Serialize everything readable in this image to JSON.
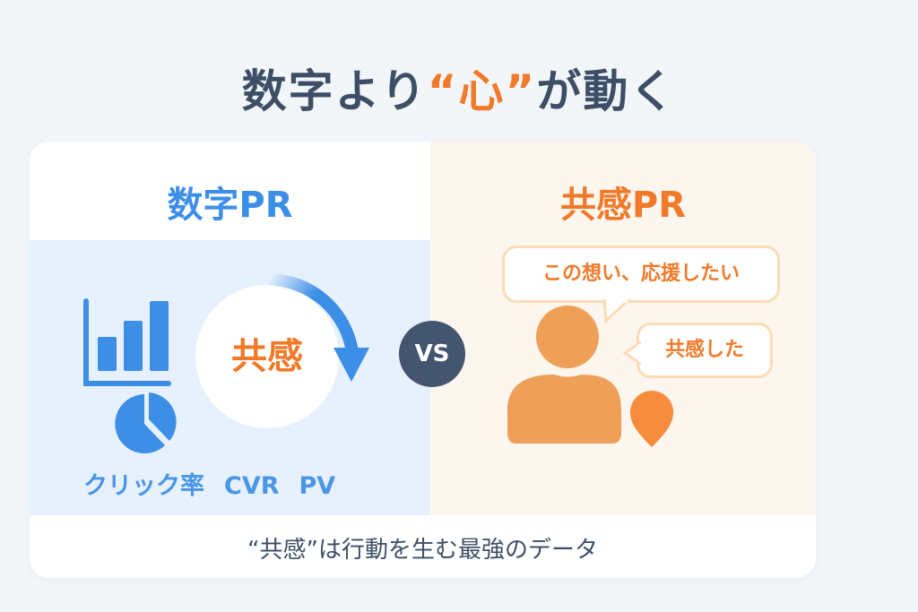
{
  "title": {
    "before": "数字より",
    "highlight": "“心”",
    "after": "が動く"
  },
  "left": {
    "heading": "数字PR",
    "center_word": "共感",
    "metrics": [
      "クリック率",
      "CVR",
      "PV"
    ]
  },
  "vs_label": "VS",
  "right": {
    "heading": "共感PR",
    "bubbles": [
      "この想い、応援したい",
      "共感した"
    ]
  },
  "footer": "“共感”は行動を生む最強のデータ",
  "colors": {
    "blue": "#3d8ee6",
    "orange": "#f07a2a",
    "navy": "#44566f"
  }
}
